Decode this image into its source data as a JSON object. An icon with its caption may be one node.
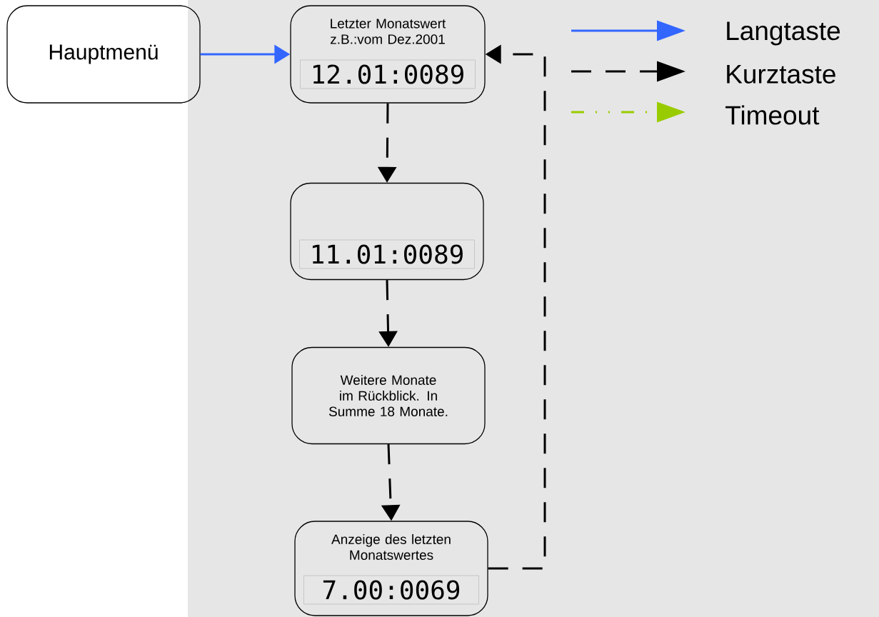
{
  "diagram": {
    "nodes": [
      {
        "text": [
          "Hauptmenü"
        ]
      },
      {
        "text": [
          "Letzter Monatswert z.B.:vom Dez.2001",
          "12.01:0089"
        ]
      },
      {
        "text": [
          "11.01:0089"
        ]
      },
      {
        "text": [
          "Weitere Monate im Rückblick. In Summe 18 Monate."
        ]
      },
      {
        "text": [
          "Anzeige des letzten Monatswertes",
          "7.00:0069"
        ]
      }
    ],
    "edges": [
      {
        "from": 0,
        "to": 1,
        "arrow": "to",
        "color": "#3366ff"
      },
      {
        "from": 1,
        "to": 2,
        "arrow": "to",
        "style": "dashed"
      },
      {
        "from": 2,
        "to": 3,
        "arrow": "to",
        "style": "dashed"
      },
      {
        "from": 3,
        "to": 4,
        "arrow": "to",
        "style": "dashed"
      },
      {
        "from": 4,
        "to": 1,
        "arrow": "to",
        "style": "dashed"
      }
    ],
    "legend": [
      {
        "text": "Langtaste"
      },
      {
        "text": "Kurztaste"
      },
      {
        "text": "Timeout"
      }
    ]
  }
}
